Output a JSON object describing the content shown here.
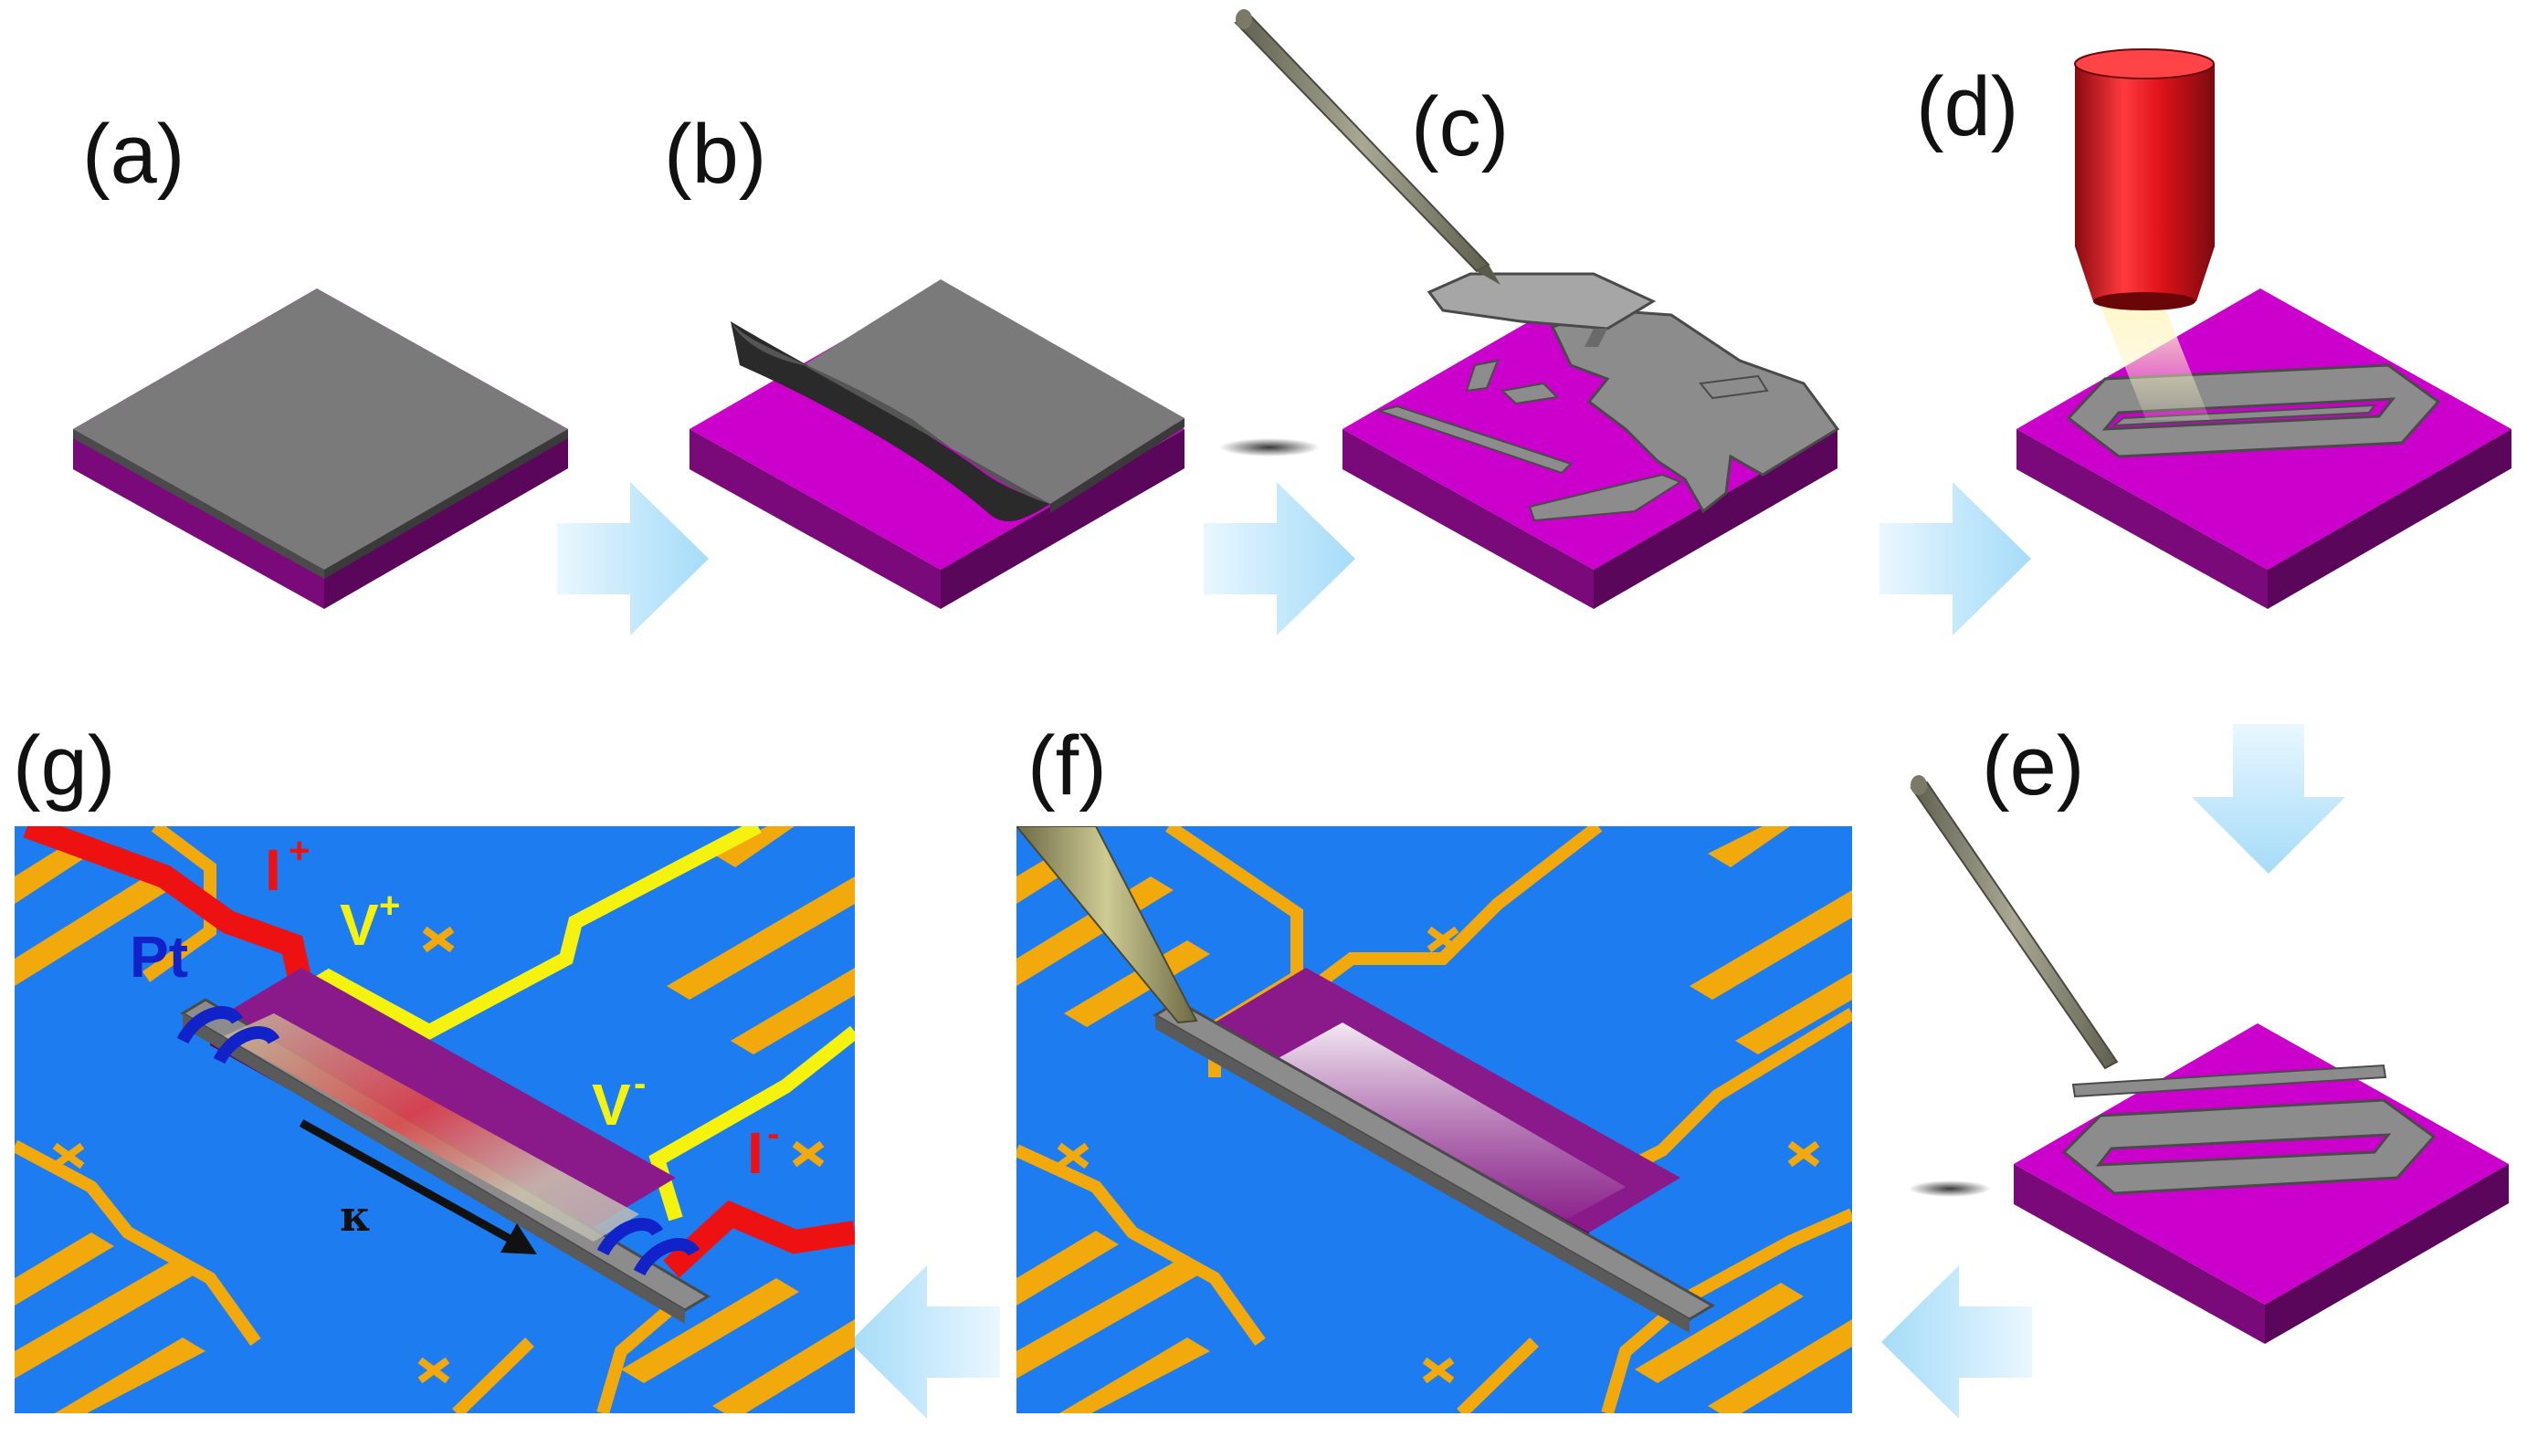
{
  "panels": {
    "a": "(a)",
    "b": "(b)",
    "c": "(c)",
    "d": "(d)",
    "e": "(e)",
    "f": "(f)",
    "g": "(g)"
  },
  "annotations": {
    "current_plus": "I",
    "current_plus_sup": "+",
    "voltage_plus": "V",
    "voltage_plus_sup": "+",
    "voltage_minus": "V",
    "voltage_minus_sup": "-",
    "current_minus": "I",
    "current_minus_sup": "-",
    "platinum": "Pt",
    "kappa": "κ"
  },
  "colors": {
    "substrate_top": "#cc00cc",
    "substrate_side": "#8a0a8a",
    "film": "#7a7a7a",
    "film_side": "#4a4a4a",
    "flow_arrow": "#bfe6fb",
    "device_background": "#1c7cf0",
    "electrode": "#f2a90c",
    "current_wire": "#ee1111",
    "voltage_wire": "#f4f20e",
    "platinum_contact": "#1022c8",
    "laser_objective": "#d8141a",
    "probe_tip": "#8c8c78"
  }
}
